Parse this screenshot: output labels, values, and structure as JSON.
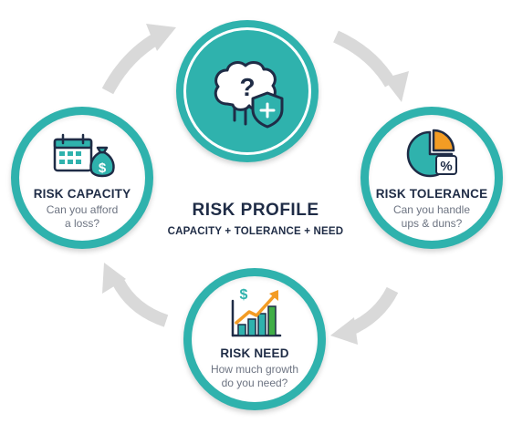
{
  "center": {
    "title": "RISK PROFILE",
    "subtitle": "CAPACITY + TOLERANCE + NEED"
  },
  "nodes": {
    "capacity": {
      "title": "RISK CAPACITY",
      "subtitle": "Can you afford\na loss?",
      "icon": "calendar-money-bag-icon"
    },
    "tolerance": {
      "title": "RISK TOLERANCE",
      "subtitle": "Can you handle\nups & duns?",
      "icon": "pie-chart-percent-icon"
    },
    "need": {
      "title": "RISK NEED",
      "subtitle": "How much growth\ndo you need?",
      "icon": "growth-bar-chart-icon"
    },
    "profile": {
      "icon": "brain-question-shield-icon"
    }
  },
  "colors": {
    "teal": "#2fb2ad",
    "navy": "#1f2c46",
    "gray_text": "#6d7482",
    "arrow_gray": "#d9d9d9",
    "orange": "#f39c24",
    "green": "#3fae46"
  }
}
